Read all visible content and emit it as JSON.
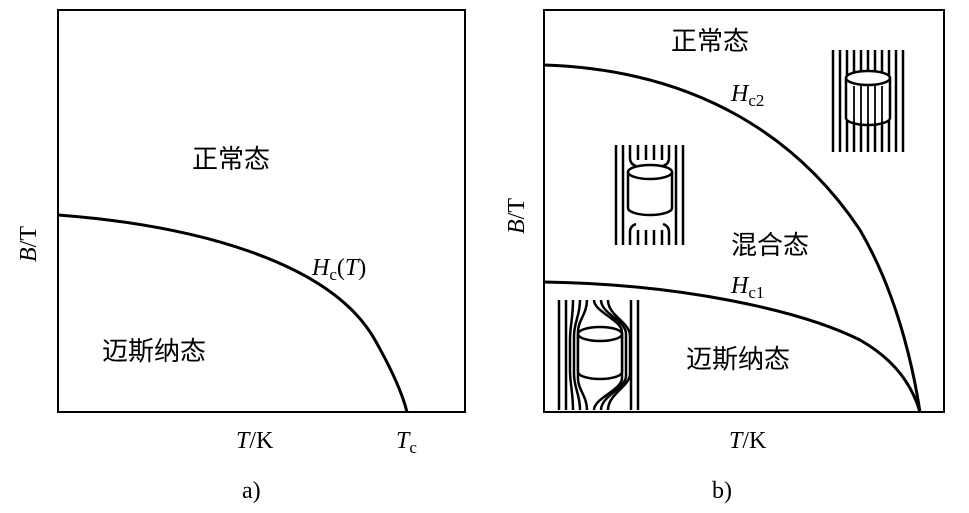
{
  "panel_a": {
    "caption": "a)",
    "ylabel_var": "B",
    "ylabel_unit": "/T",
    "xlabel_var": "T",
    "xlabel_unit": "/K",
    "tc_var": "T",
    "tc_sub": "c",
    "curve_var": "H",
    "curve_sub": "c",
    "curve_open": "(",
    "curve_arg": "T",
    "curve_close": ")",
    "region_normal": "正常态",
    "region_meissner": "迈斯纳态"
  },
  "panel_b": {
    "caption": "b)",
    "ylabel_var": "B",
    "ylabel_unit": "/T",
    "xlabel_var": "T",
    "xlabel_unit": "/K",
    "hc2_var": "H",
    "hc2_sub": "c2",
    "hc1_var": "H",
    "hc1_sub": "c1",
    "region_normal": "正常态",
    "region_mixed": "混合态",
    "region_meissner": "迈斯纳态"
  }
}
